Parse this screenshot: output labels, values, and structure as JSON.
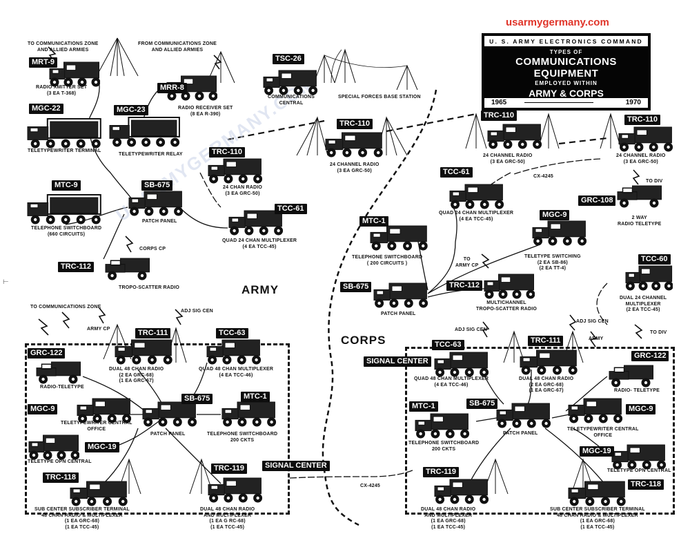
{
  "site": "usarmygermany.com",
  "title": {
    "org": "U. S. ARMY ELECTRONICS COMMAND",
    "types_of": "TYPES OF",
    "headline": "COMMUNICATIONS EQUIPMENT",
    "employed": "EMPLOYED WITHIN",
    "scope": "ARMY & CORPS",
    "year_start": "1965",
    "year_end": "1970"
  },
  "sections": {
    "army": "ARMY",
    "corps": "CORPS"
  },
  "signal_center": "SIGNAL CENTER",
  "cx_label": "CX-4245",
  "colors": {
    "tag_bg": "#0d0d0d",
    "watermark_red": "#e0352a"
  },
  "notes": {
    "to_comm_zone_allied": [
      "TO COMMUNICATIONS ZONE",
      "AND ALLIED ARMIES"
    ],
    "from_comm_zone_allied": [
      "FROM COMMUNICATIONS ZONE",
      "AND ALLIED ARMIES"
    ],
    "to_comm_zone": "TO COMMUNICATIONS ZONE",
    "army_cp": "ARMY CP",
    "corps_cp": "CORPS CP",
    "adj_sig_cen": "ADJ SIG CEN",
    "to_army_cp": [
      "TO",
      "ARMY CP"
    ],
    "to_div": "TO DIV",
    "army": "ARMY"
  },
  "equipment": [
    {
      "id": "mrt9",
      "tag": "MRT-9",
      "lines": [
        "RADIO XMITTER SET",
        "(3 EA T-368)"
      ]
    },
    {
      "id": "mrr8",
      "tag": "MRR-8",
      "lines": [
        "RADIO RECEIVER SET",
        "(8 EA R-390)"
      ]
    },
    {
      "id": "tsc26",
      "tag": "TSC-26",
      "lines": [
        "COMMUNICATIONS",
        "CENTRAL"
      ]
    },
    {
      "id": "sfbs",
      "tag": "",
      "lines": [
        "SPECIAL FORCES BASE STATION"
      ]
    },
    {
      "id": "mgc22",
      "tag": "MGC-22",
      "lines": [
        "TELETYPEWRITER TERMINAL"
      ]
    },
    {
      "id": "mgc23",
      "tag": "MGC-23",
      "lines": [
        "TELETYPEWRITER RELAY"
      ]
    },
    {
      "id": "trc110a",
      "tag": "TRC-110",
      "lines": [
        "24 CHANNEL RADIO",
        "(3 EA GRC-50)"
      ]
    },
    {
      "id": "trc110b",
      "tag": "TRC-110",
      "lines": [
        "24 CHAN RADIO",
        "(3 EA GRC-50)"
      ]
    },
    {
      "id": "trc110c",
      "tag": "TRC-110",
      "lines": [
        "24 CHANNEL RADIO",
        "(3 EA GRC-50)"
      ]
    },
    {
      "id": "trc110d",
      "tag": "TRC-110",
      "lines": [
        "24 CHANNEL RADIO",
        "(3 EA GRC-50)"
      ]
    },
    {
      "id": "mtc9",
      "tag": "MTC-9",
      "lines": [
        "TELEPHONE SWITCHBOARD",
        "(660 CIRCUITS)"
      ]
    },
    {
      "id": "sb675a",
      "tag": "SB-675",
      "lines": [
        "PATCH PANEL"
      ]
    },
    {
      "id": "tcc61a",
      "tag": "TCC-61",
      "lines": [
        "QUAD 24 CHAN MULTIPLEXER",
        "(4 EA TCC-45)"
      ]
    },
    {
      "id": "tcc61b",
      "tag": "TCC-61",
      "lines": [
        "QUAD 24 CHAN MULTIPLEXER",
        "(4 EA TCC-45)"
      ]
    },
    {
      "id": "grc108",
      "tag": "GRC-108",
      "lines": [
        "2 WAY",
        "RADIO TELETYPE"
      ]
    },
    {
      "id": "mtc1a",
      "tag": "MTC-1",
      "lines": [
        "TELEPHONE SWITCHBOARD",
        "( 200 CIRCUITS )"
      ]
    },
    {
      "id": "mgc9a",
      "tag": "MGC-9",
      "lines": [
        "TELETYPE SWITCHING",
        "(2 EA SB-86)",
        "(2 EA TT-4)"
      ]
    },
    {
      "id": "trc112a",
      "tag": "TRC-112",
      "lines": [
        "TROPO-SCATTER RADIO"
      ]
    },
    {
      "id": "sb675b",
      "tag": "SB-675",
      "lines": [
        "PATCH PANEL"
      ]
    },
    {
      "id": "trc112b",
      "tag": "TRC-112",
      "lines": [
        "MULTICHANNEL",
        "TROPO-SCATTER RADIO"
      ]
    },
    {
      "id": "tcc60",
      "tag": "TCC-60",
      "lines": [
        "DUAL 24 CHANNEL",
        "MULTIPLEXER",
        "(2 EA TCC-45)"
      ]
    },
    {
      "id": "grc122a",
      "tag": "GRC-122",
      "lines": [
        "RADIO-TELETYPE"
      ]
    },
    {
      "id": "trc111a",
      "tag": "TRC-111",
      "lines": [
        "DUAL 48 CHAN RADIO",
        "(2 EA GRC-68)",
        "(1 EA GRC-67)"
      ]
    },
    {
      "id": "tcc63a",
      "tag": "TCC-63",
      "lines": [
        "QUAD 48 CHAN MULTIPLEXER",
        "(4 EA TCC-46)"
      ]
    },
    {
      "id": "mgc9b",
      "tag": "MGC-9",
      "lines": [
        "TELETYPEWRITER CENTRAL",
        "OFFICE"
      ]
    },
    {
      "id": "sb675c",
      "tag": "SB-675",
      "lines": [
        "PATCH PANEL"
      ]
    },
    {
      "id": "mtc1b",
      "tag": "MTC-1",
      "lines": [
        "TELEPHONE SWITCHBOARD",
        "200 CKTS"
      ]
    },
    {
      "id": "mgc19a",
      "tag": "MGC-19",
      "lines": [
        "TELETYPE OPN CENTRAL"
      ]
    },
    {
      "id": "trc118a",
      "tag": "TRC-118",
      "lines": [
        "SUB CENTER SUBSCRIBER TERMINAL",
        "48 CHAN RADIO & MULTIPLEXER",
        "(1 EA GRC-68)",
        "(1 EA TCC-45)"
      ]
    },
    {
      "id": "trc119a",
      "tag": "TRC-119",
      "lines": [
        "DUAL 48 CHAN RADIO",
        "AND MULTIPLEXER",
        "(1 EA G RC-68)",
        "(1 EA TCC-45)"
      ]
    },
    {
      "id": "tcc63b",
      "tag": "TCC-63",
      "lines": [
        "QUAD 48 CHAN MULTIPLEXER",
        "(4 EA TCC-46)"
      ]
    },
    {
      "id": "trc111b",
      "tag": "TRC-111",
      "lines": [
        "DUAL 48 CHAN RADIO",
        "(2 EA GRC-68)",
        "(1 EA GRC-67)"
      ]
    },
    {
      "id": "grc122b",
      "tag": "GRC-122",
      "lines": [
        "RADIO- TELETYPE"
      ]
    },
    {
      "id": "mtc1c",
      "tag": "MTC-1",
      "lines": [
        "TELEPHONE SWITCHBOARD",
        "200 CKTS"
      ]
    },
    {
      "id": "sb675d",
      "tag": "SB-675",
      "lines": [
        "PATCH PANEL"
      ]
    },
    {
      "id": "mgc9c",
      "tag": "MGC-9",
      "lines": [
        "TELETYPEWRITER CENTRAL",
        "OFFICE"
      ]
    },
    {
      "id": "mgc19b",
      "tag": "MGC-19",
      "lines": [
        "TELETYPE OPN CENTRAL"
      ]
    },
    {
      "id": "trc119b",
      "tag": "TRC-119",
      "lines": [
        "DUAL 48 CHAN RADIO",
        "AND MULTIPLEXER",
        "(1 EA GRC-68)",
        "(1 EA TCC-45)"
      ]
    },
    {
      "id": "trc118b",
      "tag": "TRC-118",
      "lines": [
        "SUB CENTER SUBSCRIBER TERMINAL",
        "48 CHAN RADIO & MULTIPLEXER",
        "(1 EA GRC-68)",
        "(1 EA TCC-45)"
      ]
    }
  ]
}
